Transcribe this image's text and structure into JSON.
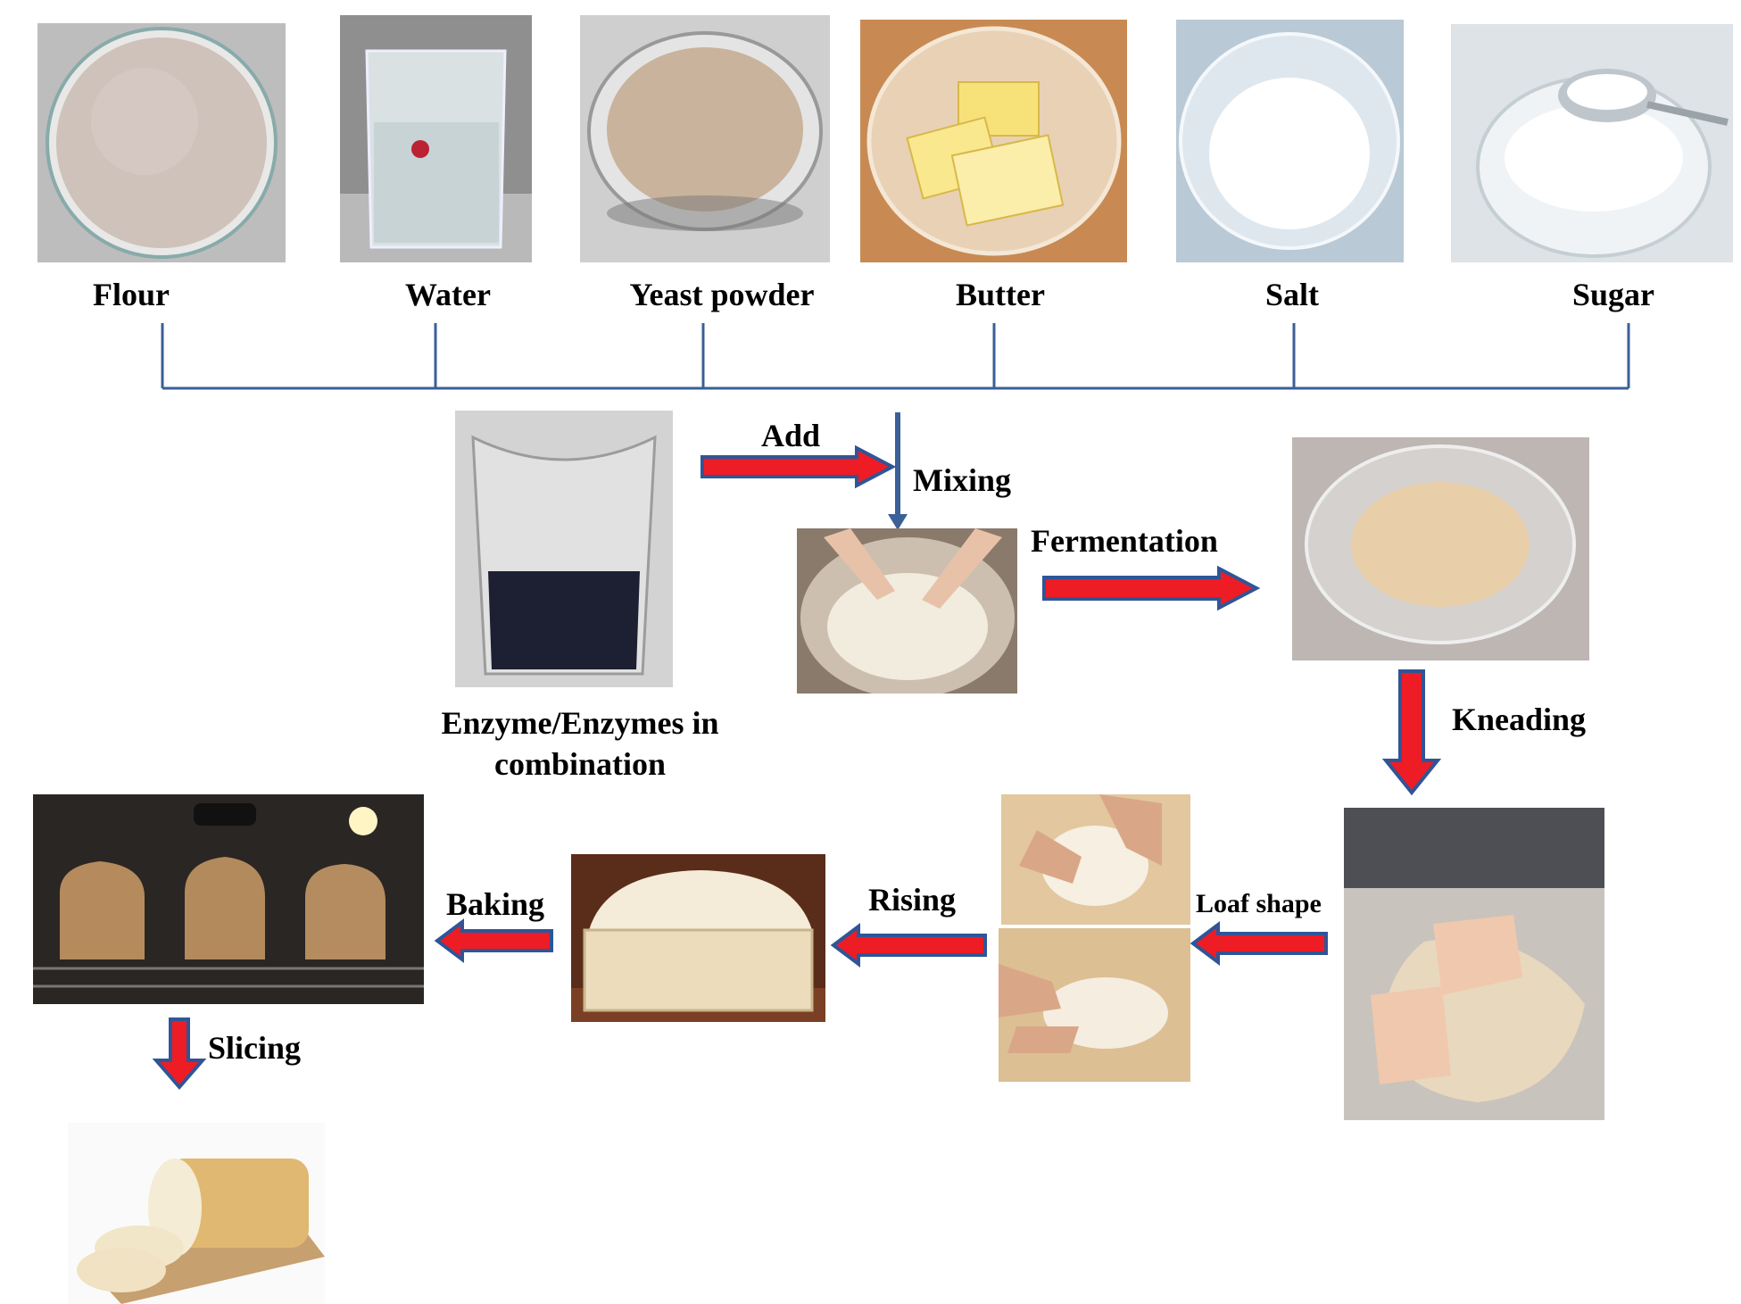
{
  "ingredients": [
    {
      "label": "Flour",
      "icon": "flour-bowl-photo"
    },
    {
      "label": "Water",
      "icon": "water-beaker-photo"
    },
    {
      "label": "Yeast powder",
      "icon": "yeast-bowl-photo"
    },
    {
      "label": "Butter",
      "icon": "butter-bowl-photo"
    },
    {
      "label": "Salt",
      "icon": "salt-bowl-photo"
    },
    {
      "label": "Sugar",
      "icon": "sugar-bowl-photo"
    }
  ],
  "enzyme": {
    "line1": "Enzyme/Enzymes in",
    "line2": "combination",
    "icon": "enzyme-beaker-photo"
  },
  "steps": {
    "add": "Add",
    "mixing": "Mixing",
    "fermentation": "Fermentation",
    "kneading": "Kneading",
    "loaf_shape": "Loaf shape",
    "rising": "Rising",
    "baking": "Baking",
    "slicing": "Slicing"
  },
  "colors": {
    "connector": "#3b5f97",
    "arrow_fill": "#ee1c25",
    "arrow_outline": "#2f5597",
    "text": "#000000"
  }
}
